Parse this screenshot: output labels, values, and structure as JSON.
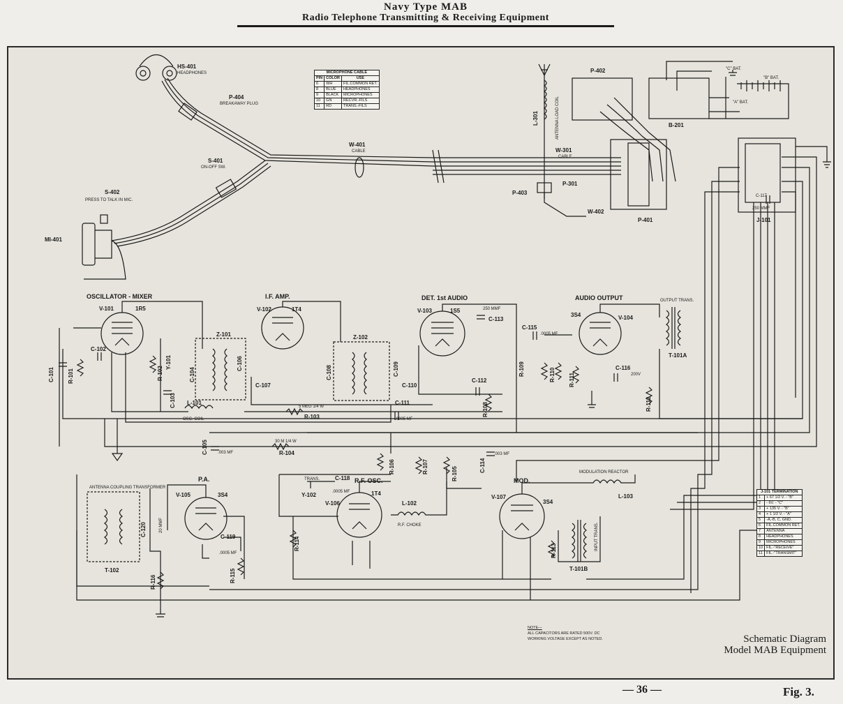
{
  "header": {
    "title": "Navy Type MAB",
    "subtitle": "Radio Telephone Transmitting & Receiving Equipment"
  },
  "caption": {
    "line1": "Schematic Diagram",
    "line2": "Model MAB Equipment"
  },
  "page_number": "— 36 —",
  "figure_label": "Fig. 3.",
  "note": {
    "title": "NOTE—",
    "line1": "ALL CAPACITORS ARE RATED 500V. DC",
    "line2": "WORKING VOLTAGE EXCEPT AS NOTED."
  },
  "microphone_cable": {
    "title": "MICROPHONE CABLE",
    "headers": [
      "PIN",
      "COLOR",
      "USE"
    ],
    "rows": [
      [
        "6",
        "WH",
        "FIL.COMMON RET."
      ],
      [
        "8",
        "BLUE",
        "HEADPHONES"
      ],
      [
        "9",
        "BLACK",
        "MICROPHONES"
      ],
      [
        "10",
        "GN",
        "RECVR.-FILS"
      ],
      [
        "11",
        "RD",
        "TRANS.-FILS"
      ]
    ]
  },
  "j101_termination": {
    "title": "J-101 TERMINATION",
    "rows": [
      [
        "1",
        "+ 67 1/2 V. - \"B\""
      ],
      [
        "2",
        "- 6V. - \"C\""
      ],
      [
        "3",
        "+ 135 V. - \"B\""
      ],
      [
        "4",
        "+ 1 1/2 V. - \"A\""
      ],
      [
        "5",
        "-A,-B, C, GND."
      ],
      [
        "6",
        "FIL.COMMON RET."
      ],
      [
        "7",
        "ANTENNA"
      ],
      [
        "8",
        "HEADPHONES"
      ],
      [
        "9",
        "MICROPHONES"
      ],
      [
        "10",
        "FIL.-\"RECEIVE\""
      ],
      [
        "11",
        "FIL.-\"TRANSMIT\""
      ]
    ]
  },
  "labels": {
    "hs401": "HS-401",
    "headphones": "HEADPHONES",
    "p404": "P-404",
    "breakaway": "BREAKAWAY PLUG",
    "s401": "S-401",
    "onoff": "ON-OFF SW.",
    "s402": "S-402",
    "press": "PRESS TO TALK IN MIC.",
    "mi401": "MI-401",
    "w401": "W-401",
    "cable": "CABLE",
    "l301": "L-301",
    "ant_coil": "ANTENNA LOAD COIL",
    "w301": "W-301",
    "cable2": "CABLE",
    "p301": "P-301",
    "p403": "P-403",
    "w402": "W-402",
    "p401": "P-401",
    "p402": "P-402",
    "b201": "B-201",
    "c_bat": "\"C\" BAT.",
    "b_bat": "\"B\" BAT.",
    "a_bat": "\"A\" BAT.",
    "j101": "J-101",
    "c117": "C-117",
    "c117v": "250 MMF",
    "osc_mixer": "OSCILLATOR - MIXER",
    "v101": "V-101",
    "v101t": "1R5",
    "if_amp": "I.F. AMP.",
    "v102": "V-102",
    "v102t": "1T4",
    "det": "DET. 1st AUDIO",
    "v103": "V-103",
    "v103t": "1S5",
    "audio_out": "AUDIO OUTPUT",
    "v104": "V-104",
    "v104t": "3S4",
    "output_trans": "OUTPUT TRANS.",
    "t101a": "T-101A",
    "z101": "Z-101",
    "z102": "Z-102",
    "l101": "L-101",
    "osc_coil": "OSC. COIL",
    "r103": "R-103",
    "r103v": "5 MEG 1/4 W",
    "r104": "R-104",
    "r104v": "30 M 1/4 W",
    "c105": "C-105",
    "c105v": ".003 MF",
    "c111": "C-111",
    "c111v": ".0005 MF",
    "c113": "C-113",
    "c113v": "250 MMF",
    "c115": "C-115",
    "c115v": ".0005 MF",
    "c116": "C-116",
    "c116v": "200V",
    "pa": "P.A.",
    "v105": "V-105",
    "v105t": "3S4",
    "ant_coupling": "ANTENNA COUPLING TRANSFORMER",
    "t102": "T-102",
    "c120": "C-120",
    "c120v": "20 MMF",
    "c119": "C-119",
    "c119v": ".0005 MF",
    "r115": "R-115",
    "r116": "R-116",
    "rf_osc": "R.F. OSC.",
    "v106": "V-106",
    "v106t": "1T4",
    "trans": "TRANS.",
    "y102": "Y-102",
    "c118": "C-118",
    "c118v": ".0005 MF",
    "l102": "L-102",
    "rf_choke": "R.F. CHOKE",
    "r114": "R-114",
    "mod": "MOD.",
    "v107": "V-107",
    "v107t": "3S4",
    "mod_reactor": "MODULATION REACTOR",
    "l103": "L-103",
    "t101b": "T-101B",
    "input_trans": "INPUT TRANS.",
    "r113": "R-113",
    "r105": "R-105",
    "r106": "R-106",
    "r107": "R-107",
    "r108": "R-108",
    "r109": "R-109",
    "r110": "R-110",
    "r111": "R-111",
    "r112": "R-112",
    "c114": "C-114",
    "c114v": ".003 MF",
    "c101": "C-101",
    "c102": "C-102",
    "c103": "C-103",
    "c104": "C-104",
    "c106": "C-106",
    "c107": "C-107",
    "c108": "C-108",
    "c109": "C-109",
    "c110": "C-110",
    "c112": "C-112",
    "r101": "R-101",
    "r102": "R-102",
    "y101": "Y-101"
  }
}
